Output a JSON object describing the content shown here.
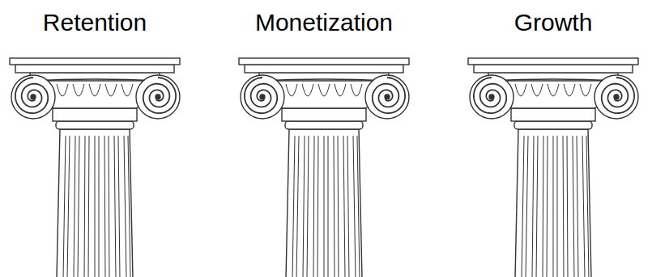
{
  "diagram": {
    "labels": [
      "Retention",
      "Monetization",
      "Growth"
    ]
  }
}
